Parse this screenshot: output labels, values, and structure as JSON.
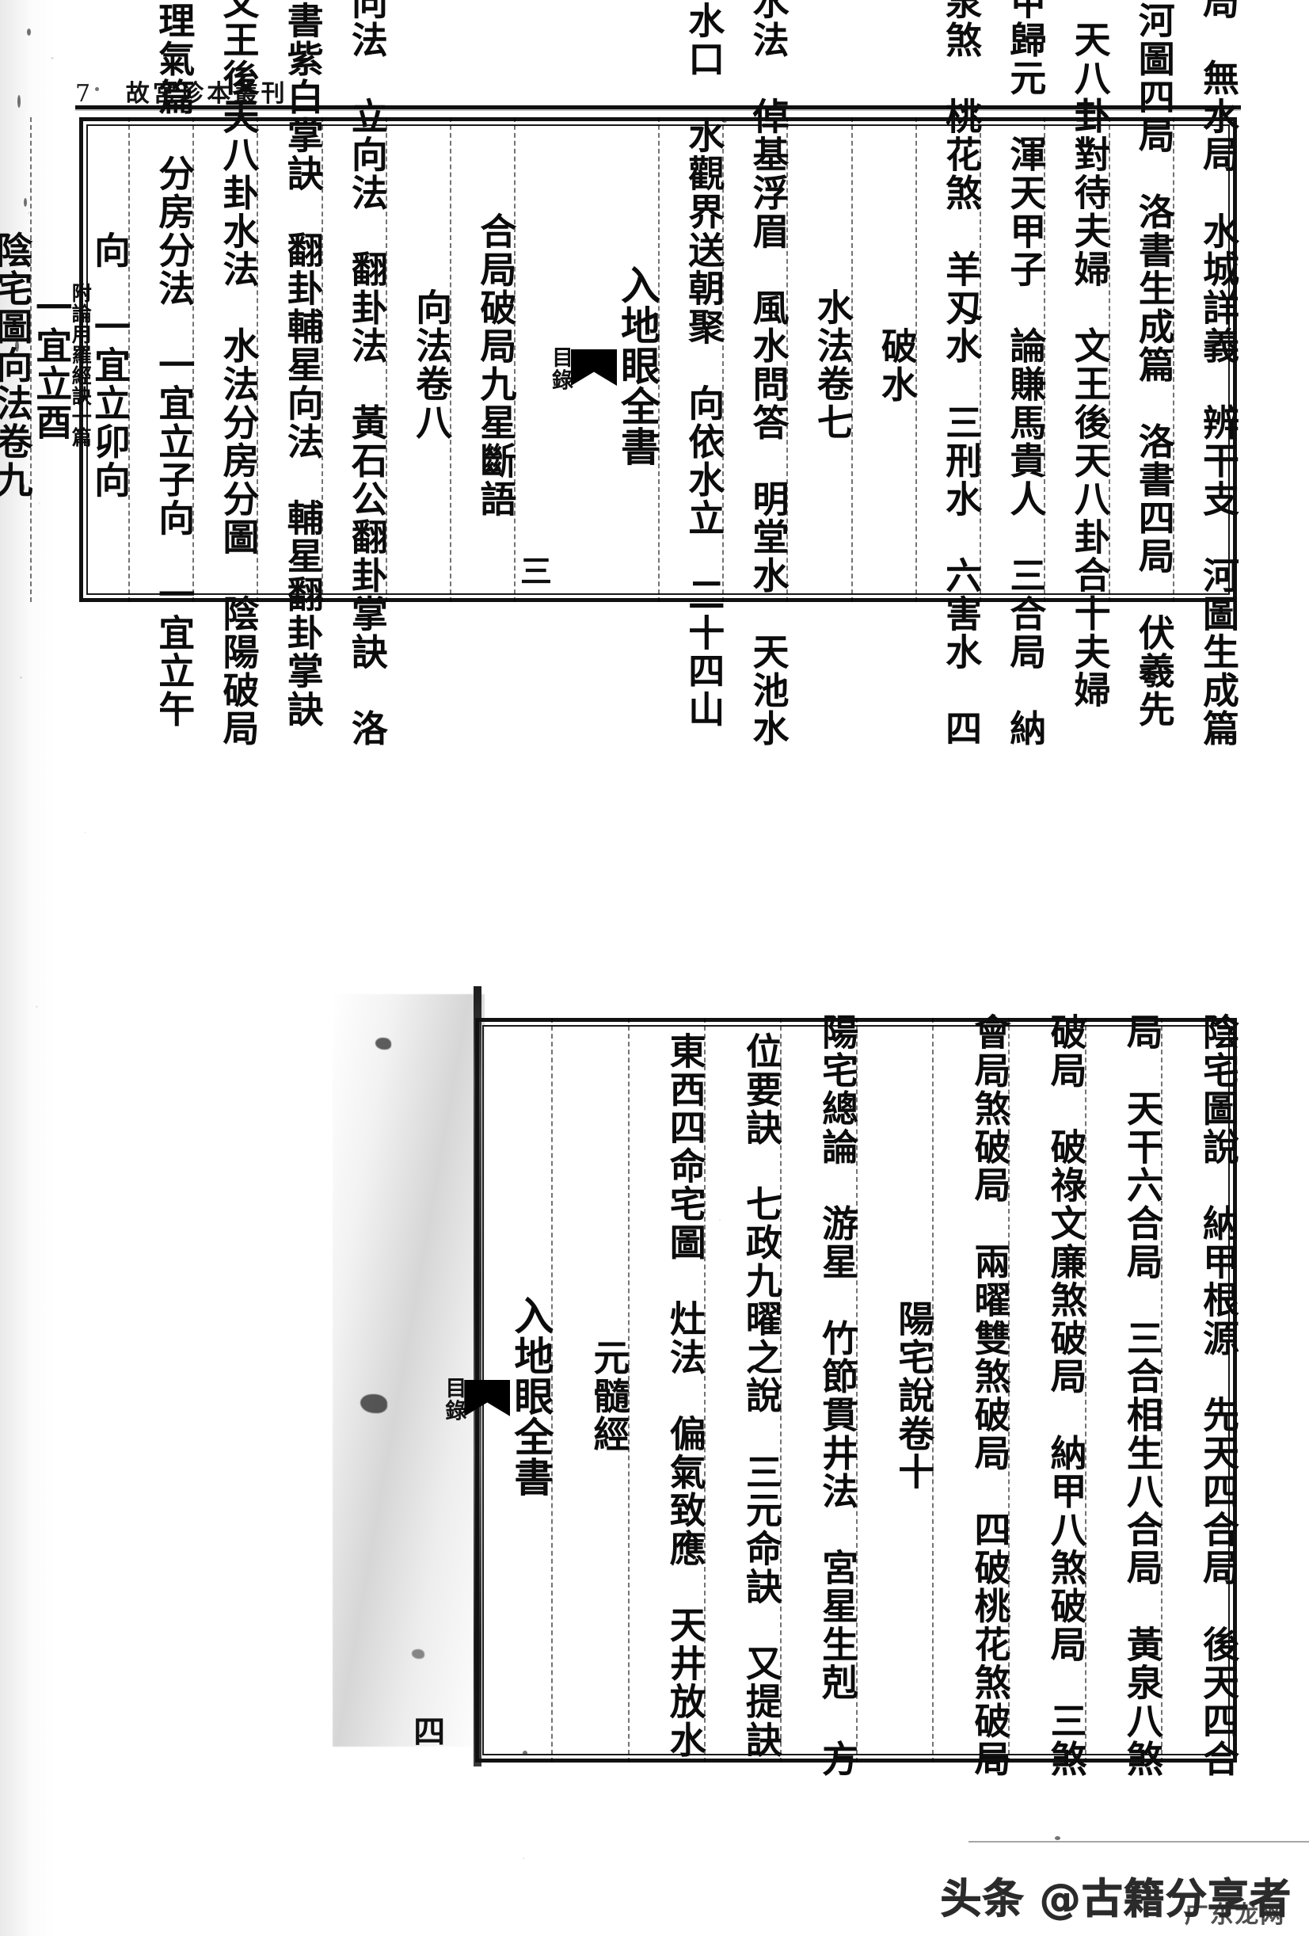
{
  "header": {
    "page_number": "7",
    "series_title": "故宮珍本叢刊"
  },
  "upper_block": {
    "columns": [
      {
        "text": "局　無水局　水城詳義　辨干支　河圖生成篇"
      },
      {
        "text": "河圖四局　洛書生成篇　洛書四局　伏羲先"
      },
      {
        "text": "天八卦對待夫婦　文王後天八卦合十夫婦"
      },
      {
        "text": "甲歸元　渾天甲子　論賺馬貴人　三合局　納"
      },
      {
        "text": "泉煞　桃花煞　羊刄水　三刑水　六害水　四"
      },
      {
        "text": "破水"
      },
      {
        "text": "水法卷七"
      },
      {
        "text": "水法　倬基浮眉　風水問答　明堂水　天池水"
      },
      {
        "text": "水口　水觀界送朝聚　向依水立　二十四山"
      },
      {
        "text": "入地眼全書",
        "mulu": "目錄",
        "wedge": true,
        "fascicle": "三"
      },
      {
        "text": "合局破局九星斷語"
      },
      {
        "text": "向法卷八"
      },
      {
        "text": "向法　立向法　翻卦法　黃石公翻卦掌訣　洛"
      },
      {
        "text": "書紫白掌訣　翻卦輔星向法　輔星翻卦掌訣"
      },
      {
        "text": "文王後天八卦水法　水法分房分圖　陰陽破局"
      },
      {
        "text": "理氣篇　分房分法　一宜立子向　一宜立午"
      },
      {
        "text": "向　一宜立卯向",
        "note": "附論用羅經訣一篇",
        "tail": "一宜立酉"
      },
      {
        "text": "陰宅圖向法卷九"
      }
    ]
  },
  "lower_block": {
    "columns": [
      {
        "text": "陰宅圖說　納甲根源　先天四合局　後天四合"
      },
      {
        "text": "局　天干六合局　三合相生八合局　黃泉八煞"
      },
      {
        "text": "破局　破祿文廉煞破局　納甲八煞破局　三煞"
      },
      {
        "text": "會局煞破局　兩曜雙煞破局　四破桃花煞破局"
      },
      {
        "text": "陽宅說卷十"
      },
      {
        "text": "陽宅總論　游星　竹節貫井法　宮星生剋　方"
      },
      {
        "text": "位要訣　七政九曜之說　三元命訣　又提訣"
      },
      {
        "text": "東西四命宅圖　灶法　偏氣致應　天井放水"
      },
      {
        "text": "元髓經"
      },
      {
        "text": "入地眼全書",
        "mulu": "目錄",
        "wedge": true,
        "fascicle": "四"
      }
    ]
  },
  "watermark": {
    "main": "头条 @古籍分享者",
    "sub": "广东龙网"
  }
}
